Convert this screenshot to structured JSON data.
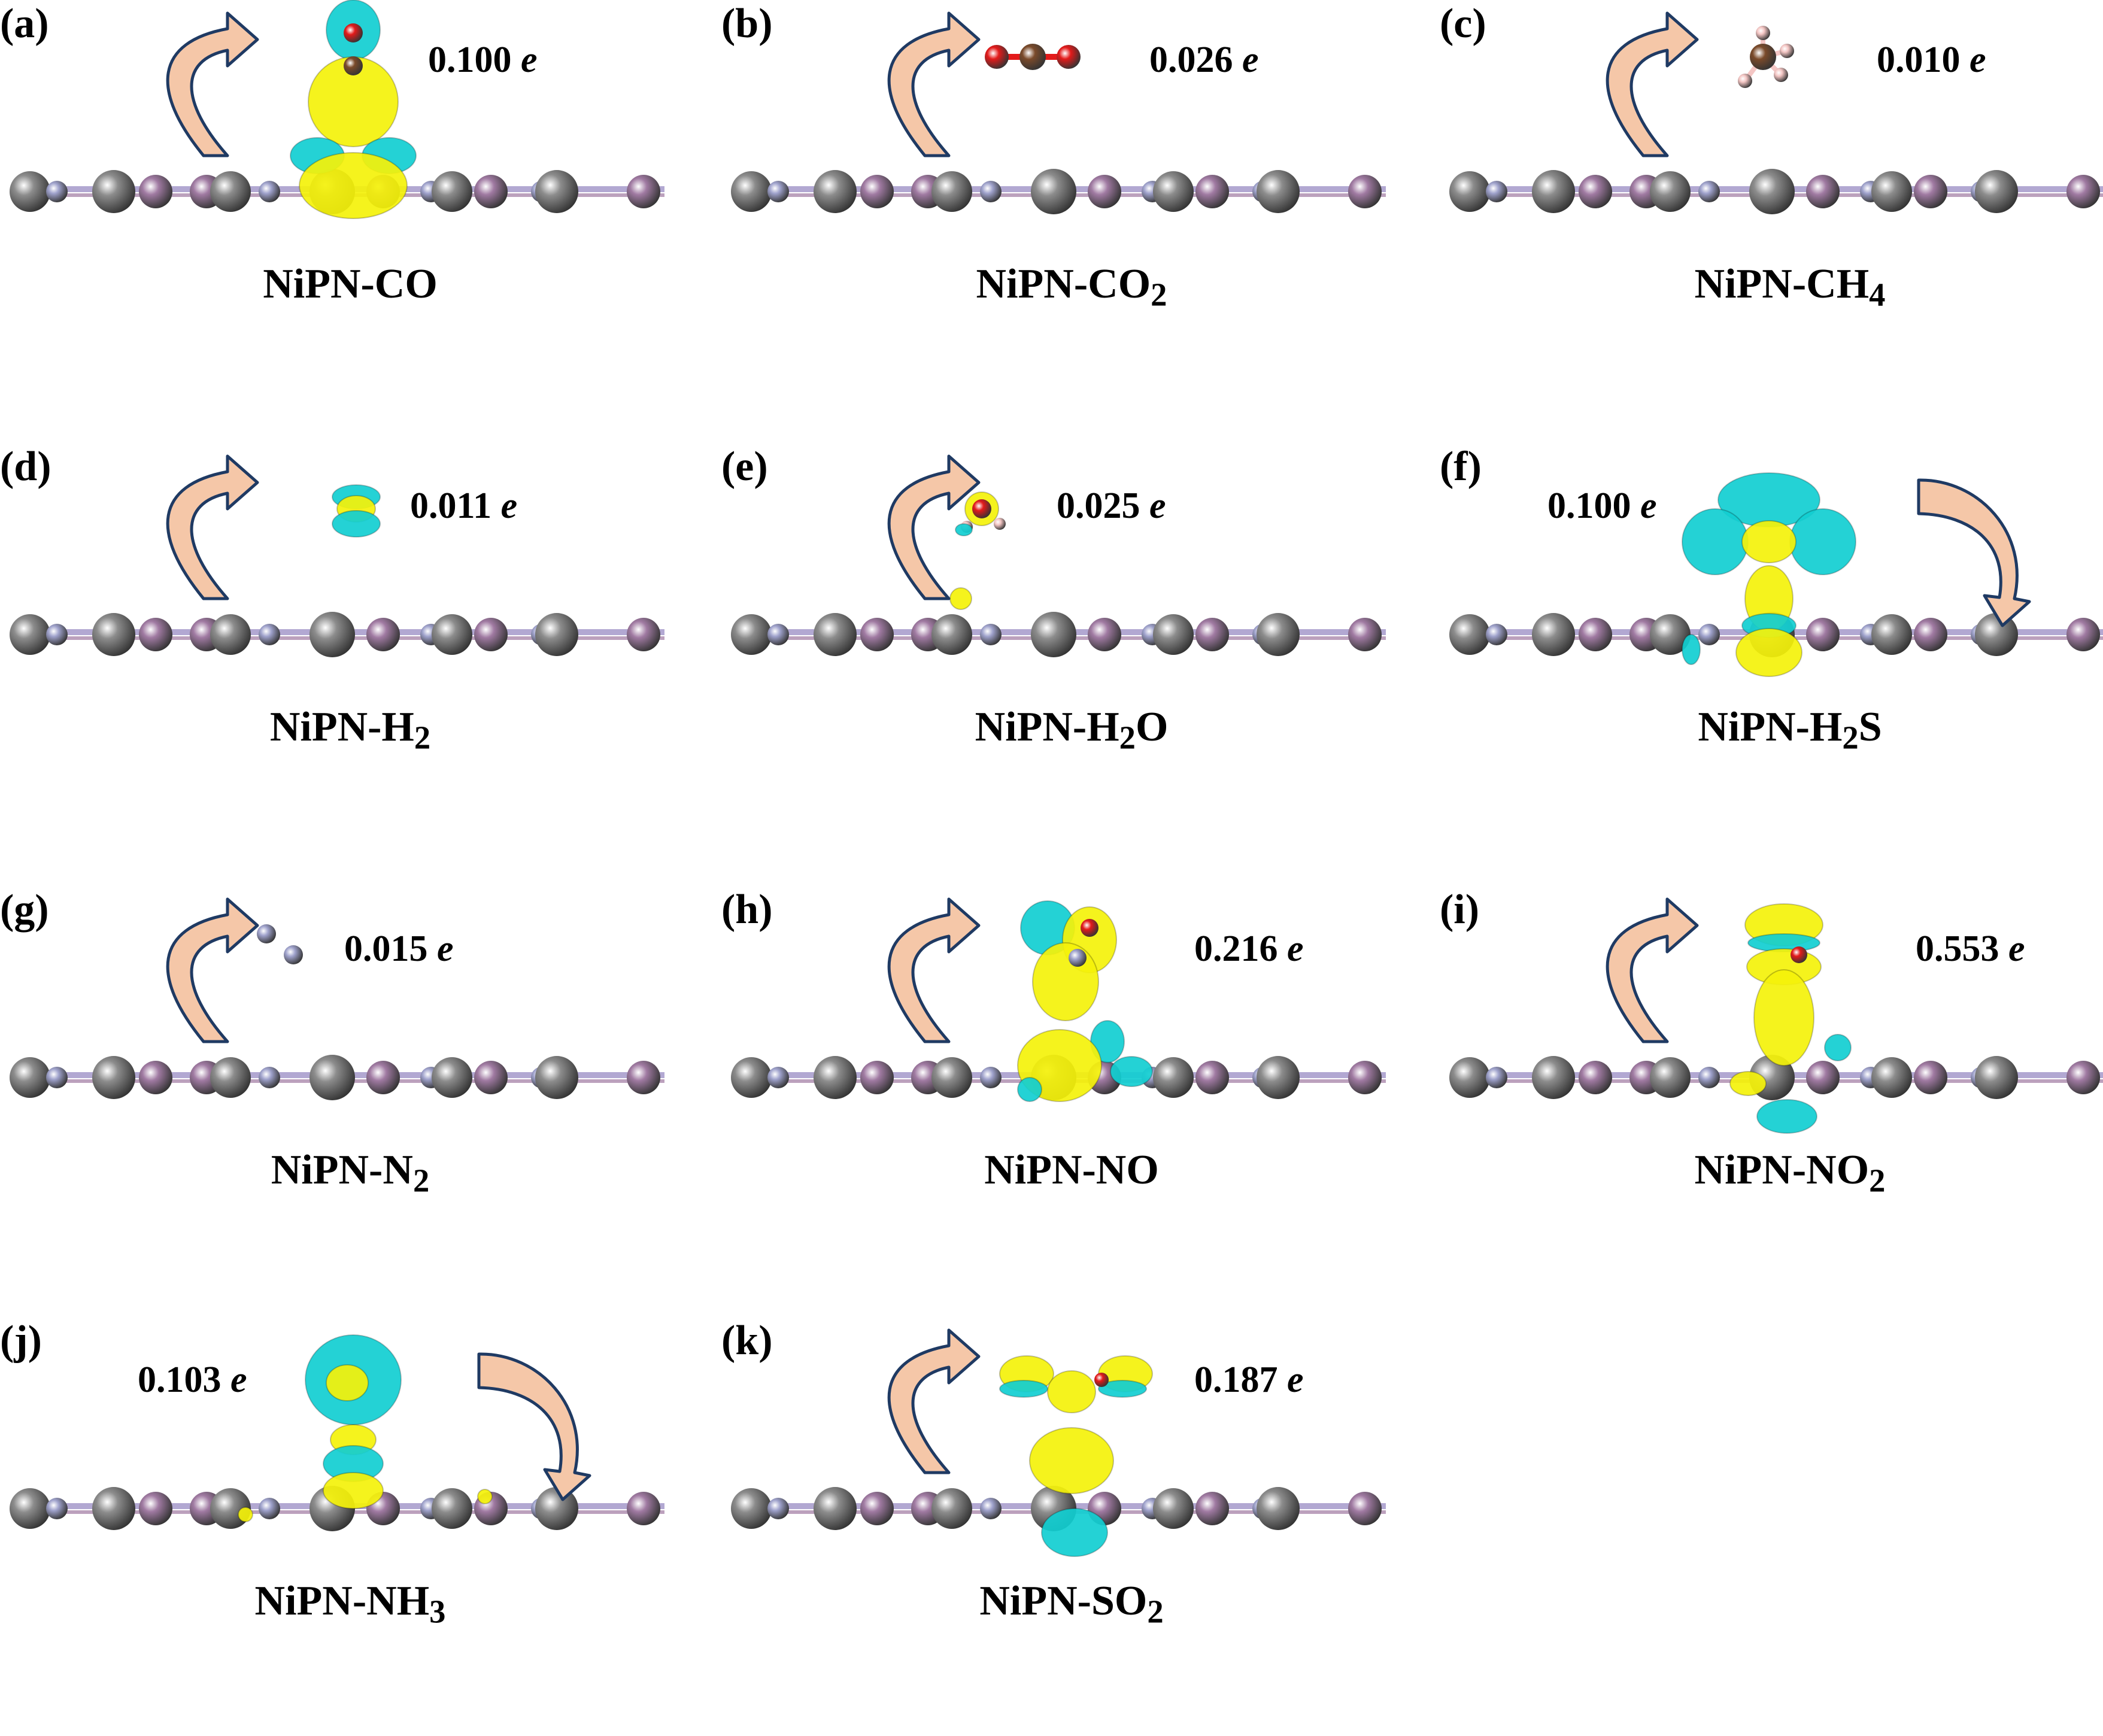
{
  "figure": {
    "colors": {
      "ni_atom": "#8c8c8c",
      "p_atom": "#a07aa2",
      "n_atom": "#9fa2cc",
      "bond": "#b2a8d2",
      "charge_accumulation": "#f5f20a",
      "charge_depletion": "#12cfd2",
      "arrow_fill": "#f5c7a8",
      "arrow_edge": "#1f3a63",
      "o_atom": "#e31a1a",
      "c_atom": "#7a4a2a",
      "h_atom": "#f4c6c4"
    },
    "panels": [
      {
        "id": "a",
        "label": "(a)",
        "charge_value": "0.100",
        "charge_unit": "e",
        "caption_main": "NiPN-CO",
        "caption_sub": "",
        "caption_tail": "",
        "arrow": "left-to-right",
        "molecule": "CO"
      },
      {
        "id": "b",
        "label": "(b)",
        "charge_value": "0.026",
        "charge_unit": "e",
        "caption_main": "NiPN-CO",
        "caption_sub": "2",
        "caption_tail": "",
        "arrow": "left-to-right",
        "molecule": "CO2"
      },
      {
        "id": "c",
        "label": "(c)",
        "charge_value": "0.010",
        "charge_unit": "e",
        "caption_main": "NiPN-CH",
        "caption_sub": "4",
        "caption_tail": "",
        "arrow": "left-to-right",
        "molecule": "CH4"
      },
      {
        "id": "d",
        "label": "(d)",
        "charge_value": "0.011",
        "charge_unit": "e",
        "caption_main": "NiPN-H",
        "caption_sub": "2",
        "caption_tail": "",
        "arrow": "left-to-right",
        "molecule": "H2"
      },
      {
        "id": "e",
        "label": "(e)",
        "charge_value": "0.025",
        "charge_unit": "e",
        "caption_main": "NiPN-H",
        "caption_sub": "2",
        "caption_tail": "O",
        "arrow": "left-to-right",
        "molecule": "H2O"
      },
      {
        "id": "f",
        "label": "(f)",
        "charge_value": "0.100",
        "charge_unit": "e",
        "caption_main": "NiPN-H",
        "caption_sub": "2",
        "caption_tail": "S",
        "arrow": "right-to-left",
        "molecule": "H2S"
      },
      {
        "id": "g",
        "label": "(g)",
        "charge_value": "0.015",
        "charge_unit": "e",
        "caption_main": "NiPN-N",
        "caption_sub": "2",
        "caption_tail": "",
        "arrow": "left-to-right",
        "molecule": "N2"
      },
      {
        "id": "h",
        "label": "(h)",
        "charge_value": "0.216",
        "charge_unit": "e",
        "caption_main": "NiPN-NO",
        "caption_sub": "",
        "caption_tail": "",
        "arrow": "left-to-right",
        "molecule": "NO"
      },
      {
        "id": "i",
        "label": "(i)",
        "charge_value": "0.553",
        "charge_unit": "e",
        "caption_main": "NiPN-NO",
        "caption_sub": "2",
        "caption_tail": "",
        "arrow": "left-to-right",
        "molecule": "NO2"
      },
      {
        "id": "j",
        "label": "(j)",
        "charge_value": "0.103",
        "charge_unit": "e",
        "caption_main": "NiPN-NH",
        "caption_sub": "3",
        "caption_tail": "",
        "arrow": "right-to-left",
        "molecule": "NH3"
      },
      {
        "id": "k",
        "label": "(k)",
        "charge_value": "0.187",
        "charge_unit": "e",
        "caption_main": "NiPN-SO",
        "caption_sub": "2",
        "caption_tail": "",
        "arrow": "left-to-right",
        "molecule": "SO2"
      }
    ]
  }
}
